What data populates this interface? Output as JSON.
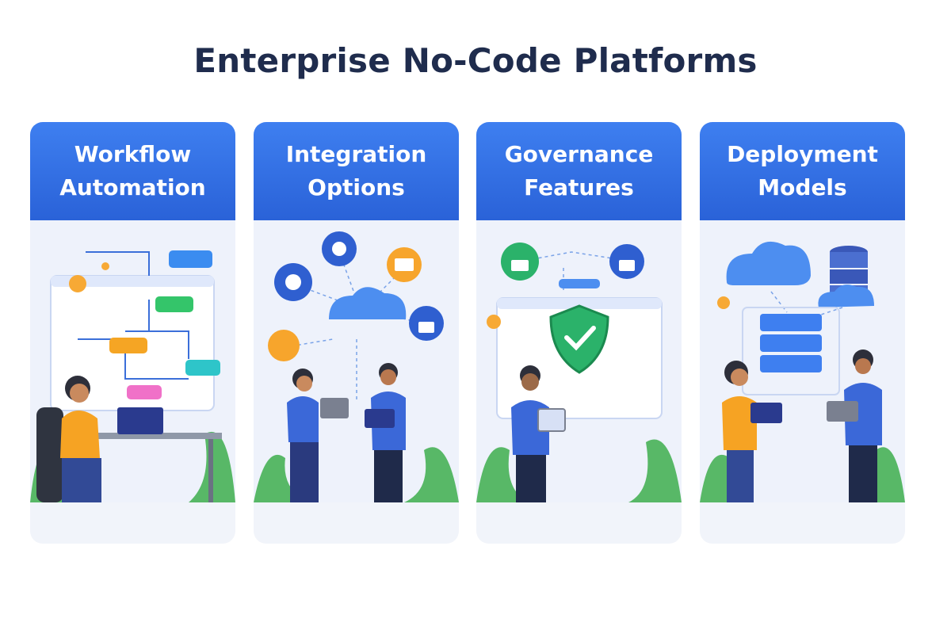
{
  "page": {
    "title": "Enterprise No-Code Platforms"
  },
  "cards": [
    {
      "line1": "Workflow",
      "line2": "Automation"
    },
    {
      "line1": "Integration",
      "line2": "Options"
    },
    {
      "line1": "Governance",
      "line2": "Features"
    },
    {
      "line1": "Deployment",
      "line2": "Models"
    }
  ],
  "colors": {
    "header_blue": "#3e7ff0",
    "title_navy": "#1f2c4d",
    "card_bg": "#f1f4fa"
  }
}
